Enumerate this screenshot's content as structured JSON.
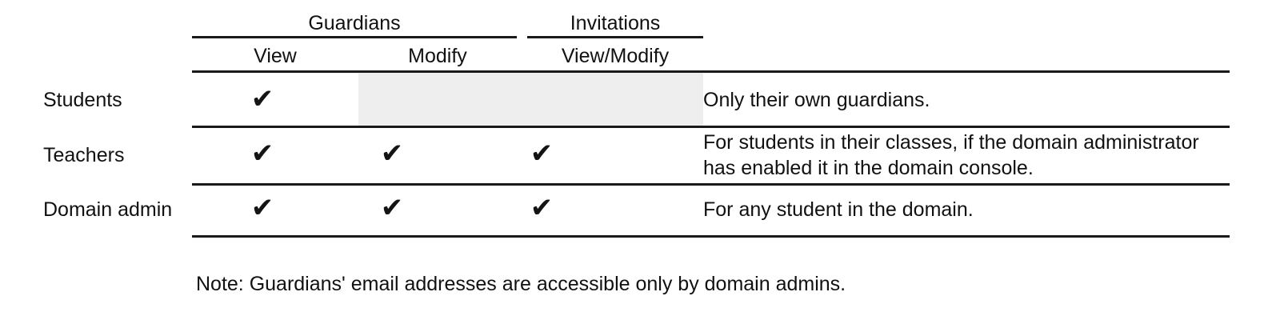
{
  "table": {
    "column_groups": [
      {
        "label": "Guardians",
        "name": "guardians"
      },
      {
        "label": "Invitations",
        "name": "invitations"
      }
    ],
    "sub_headers": [
      {
        "label": "View",
        "name": "view"
      },
      {
        "label": "Modify",
        "name": "modify"
      },
      {
        "label": "View/Modify",
        "name": "view-modify"
      }
    ],
    "rows": [
      {
        "label": "Students",
        "guardians_view": "✔",
        "guardians_modify": "",
        "invitations_view_modify": "",
        "description": "Only their own guardians."
      },
      {
        "label": "Teachers",
        "guardians_view": "✔",
        "guardians_modify": "✔",
        "invitations_view_modify": "✔",
        "description": "For students in their classes, if the domain administrator has enabled it in the domain console."
      },
      {
        "label": "Domain admin",
        "guardians_view": "✔",
        "guardians_modify": "✔",
        "invitations_view_modify": "✔",
        "description": "For any student in the domain."
      }
    ]
  },
  "note": "Note: Guardians' email addresses are accessible only by domain admins.",
  "colors": {
    "rule": "#1a1a1a",
    "text": "#111111",
    "disabled_cell": "#eeeeee",
    "background": "#ffffff"
  }
}
